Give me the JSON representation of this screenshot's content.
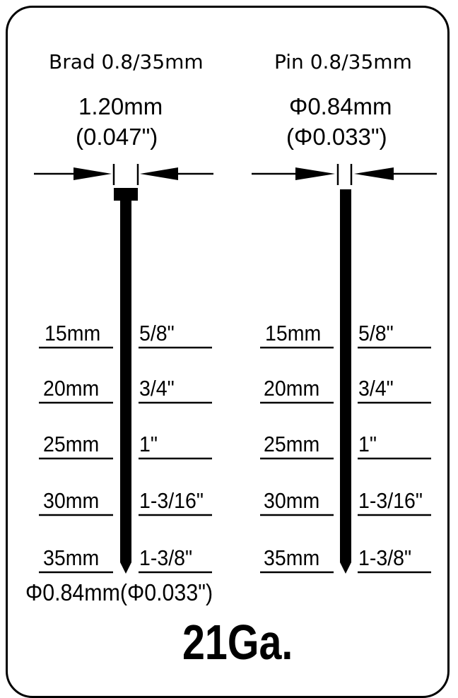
{
  "brad": {
    "title": "Brad 0.8/35mm",
    "head_width_mm": "1.20mm",
    "head_width_in": "(0.047\")",
    "shank_diameter": "Φ0.84mm(Φ0.033\")",
    "lengths": [
      {
        "mm": "15mm",
        "inch": "5/8\""
      },
      {
        "mm": "20mm",
        "inch": "3/4\""
      },
      {
        "mm": "25mm",
        "inch": "1\""
      },
      {
        "mm": "30mm",
        "inch": "1-3/16\""
      },
      {
        "mm": "35mm",
        "inch": "1-3/8\""
      }
    ]
  },
  "pin": {
    "title": "Pin 0.8/35mm",
    "diameter_mm": "Φ0.84mm",
    "diameter_in": "(Φ0.033\")",
    "lengths": [
      {
        "mm": "15mm",
        "inch": "5/8\""
      },
      {
        "mm": "20mm",
        "inch": "3/4\""
      },
      {
        "mm": "25mm",
        "inch": "1\""
      },
      {
        "mm": "30mm",
        "inch": "1-3/16\""
      },
      {
        "mm": "35mm",
        "inch": "1-3/8\""
      }
    ]
  },
  "gauge": "21Ga."
}
